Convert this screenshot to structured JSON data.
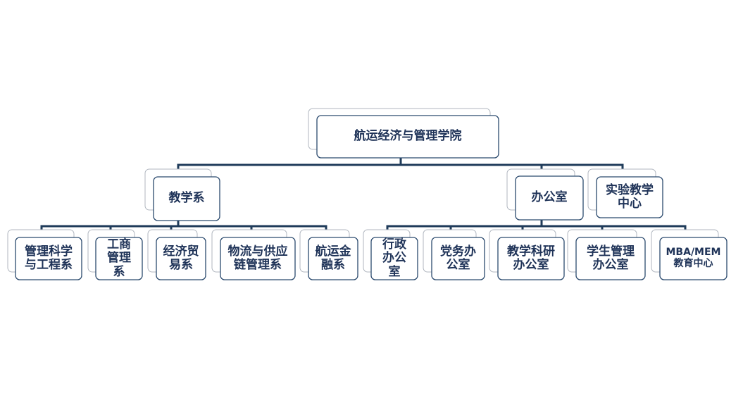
{
  "root": "航运经济与管理学院",
  "departments": {
    "teaching": {
      "label": "教学系",
      "children": [
        "管理科学与工程系",
        "工商管理系",
        "经济贸易系",
        "物流与供应链管理系",
        "航运金融系"
      ]
    },
    "office": {
      "label": "办公室",
      "children": [
        "行政办公室",
        "党务办公室",
        "教学科研办公室",
        "学生管理办公室",
        "MBA/MEM教育中心"
      ]
    },
    "lab": {
      "label": "实验教学中心"
    }
  },
  "colors": {
    "connector": "#1f3b5a",
    "box_border": "#2b4a6e",
    "text": "#1f3358"
  }
}
